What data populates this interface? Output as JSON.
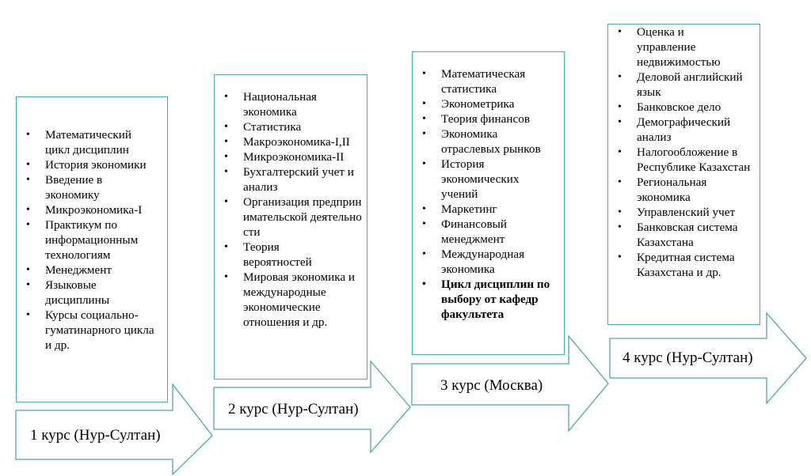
{
  "courses": [
    {
      "label": "1 курс (Нур-Султан)",
      "items": [
        {
          "text": "Математический цикл дисциплин",
          "bold": false
        },
        {
          "text": "История экономики",
          "bold": false
        },
        {
          "text": "Введение в экономику",
          "bold": false
        },
        {
          "text": "Микроэкономика-I",
          "bold": false
        },
        {
          "text": "Практикум по информационным технологиям",
          "bold": false
        },
        {
          "text": "Менеджмент",
          "bold": false
        },
        {
          "text": "Языковые дисциплины",
          "bold": false
        },
        {
          "text": "Курсы социально-гуматинарного цикла и др.",
          "bold": false
        }
      ]
    },
    {
      "label": "2 курс (Нур-Султан)",
      "items": [
        {
          "text": "Национальная экономика",
          "bold": false
        },
        {
          "text": "Статистика",
          "bold": false
        },
        {
          "text": "Макроэкономика-I,II",
          "bold": false
        },
        {
          "text": "Микроэкономика-II",
          "bold": false
        },
        {
          "text": "Бухгалтерский учет и анализ",
          "bold": false
        },
        {
          "text": "Организация предпринимательской деятельности",
          "bold": false
        },
        {
          "text": "Теория вероятностей",
          "bold": false
        },
        {
          "text": "Мировая экономика и международные экономические отношения и др.",
          "bold": false
        }
      ]
    },
    {
      "label": "3 курс (Москва)",
      "items": [
        {
          "text": "Математическая статистика",
          "bold": false
        },
        {
          "text": "Эконометрика",
          "bold": false
        },
        {
          "text": "Теория финансов",
          "bold": false
        },
        {
          "text": "Экономика отраслевых рынков",
          "bold": false
        },
        {
          "text": "История экономических учений",
          "bold": false
        },
        {
          "text": "Маркетинг",
          "bold": false
        },
        {
          "text": "Финансовый менеджмент",
          "bold": false
        },
        {
          "text": "Международная экономика",
          "bold": false
        },
        {
          "text": "Цикл дисциплин по выбору от кафедр факультета",
          "bold": true
        }
      ]
    },
    {
      "label": "4 курс (Нур-Султан)",
      "items": [
        {
          "text": "Оценка и управление недвижимостью",
          "bold": false
        },
        {
          "text": "Деловой английский язык",
          "bold": false
        },
        {
          "text": "Банковское дело",
          "bold": false
        },
        {
          "text": "Демографический анализ",
          "bold": false
        },
        {
          "text": "Налогообложение в Республике Казахстан",
          "bold": false
        },
        {
          "text": "Региональная экономика",
          "bold": false
        },
        {
          "text": "Управленский учет",
          "bold": false
        },
        {
          "text": "Банковская система Казахстана",
          "bold": false
        },
        {
          "text": "Кредитная система Казахстана и др.",
          "bold": false
        }
      ]
    }
  ],
  "colors": {
    "border": "#4aa8b0"
  }
}
